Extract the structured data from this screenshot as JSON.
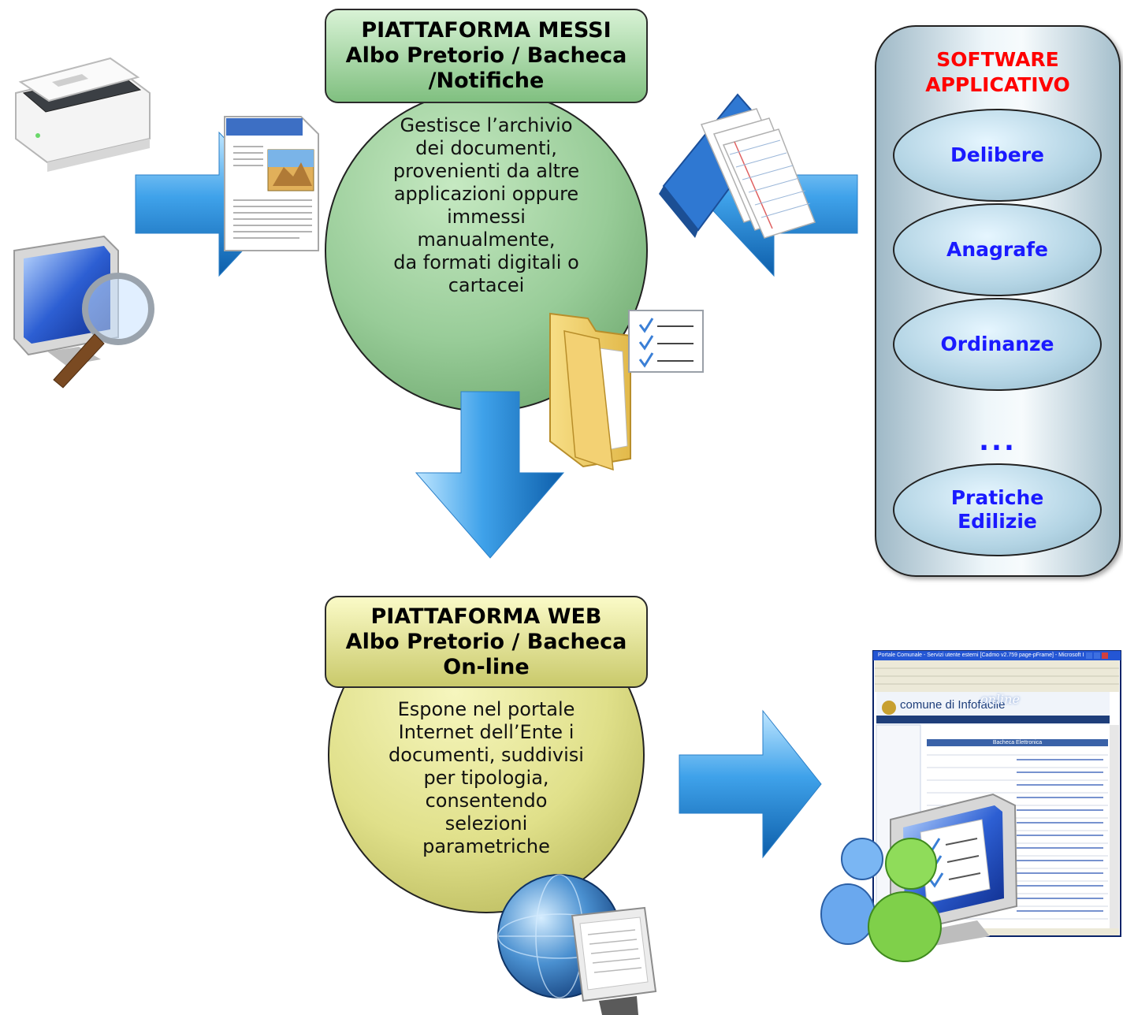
{
  "top": {
    "box_lines": [
      "PIATTAFORMA MESSI",
      "Albo Pretorio / Bacheca",
      "/Notifiche"
    ],
    "circle_lines": [
      "Gestisce l’archivio",
      "dei documenti,",
      "provenienti da altre",
      "applicazioni oppure",
      "immessi",
      "manualmente,",
      "da formati digitali o",
      "cartacei"
    ]
  },
  "bottom": {
    "box_lines": [
      "PIATTAFORMA WEB",
      "Albo Pretorio / Bacheca",
      "On-line"
    ],
    "circle_lines": [
      "Espone nel portale",
      "Internet dell’Ente i",
      "documenti, suddivisi",
      "per tipologia,",
      "consentendo",
      "selezioni",
      "parametriche"
    ]
  },
  "software": {
    "title_lines": [
      "SOFTWARE",
      "APPLICATIVO"
    ],
    "items": [
      {
        "lines": [
          "Delibere"
        ]
      },
      {
        "lines": [
          "Anagrafe"
        ]
      },
      {
        "lines": [
          "Ordinanze"
        ]
      },
      {
        "lines": [
          "Pratiche",
          "Edilizie"
        ]
      }
    ],
    "ellipsis": "..."
  },
  "browser": {
    "window_title": "Portale Comunale - Servizi utente esterni [Cadmo v2.759 page-pFrame] - Microsoft Internet Explorer",
    "site_name": "comune di Infofacile",
    "site_tag": "online",
    "board_title": "Bacheca Elettronica"
  },
  "colors": {
    "title_green": "#a8d8a8",
    "title_yellow": "#e6e67a",
    "circle_green": "#9ccf9c",
    "circle_yellow": "#e3e38a",
    "arrow_blue": "#2f8fdc",
    "software_title": "#ff0000",
    "software_items": "#1a1aff"
  },
  "icons": [
    "scanner-icon",
    "monitor-magnifier-icon",
    "document-image-icon",
    "notebook-pages-icon",
    "folder-checklist-icon",
    "globe-monitor-icon",
    "users-monitor-icon"
  ]
}
